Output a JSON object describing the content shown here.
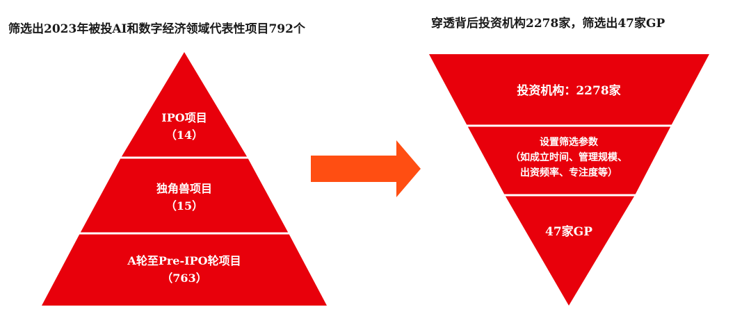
{
  "headings": {
    "left": "筛选出2023年被投AI和数字经济领域代表性项目792个",
    "right": "穿透背后投资机构2278家，筛选出47家GP"
  },
  "pyramid": {
    "tiers": [
      {
        "line1": "IPO项目",
        "line2": "（14）"
      },
      {
        "line1": "独角兽项目",
        "line2": "（15）"
      },
      {
        "line1": "A轮至Pre-IPO轮项目",
        "line2": "（763）"
      }
    ]
  },
  "funnel": {
    "tiers": [
      {
        "lines": [
          "投资机构：2278家"
        ]
      },
      {
        "lines": [
          "设置筛选参数",
          "（如成立时间、管理规模、",
          "出资频率、专注度等）"
        ]
      },
      {
        "lines": [
          "47家GP"
        ]
      }
    ]
  },
  "colors": {
    "segment_fill": "#e8000b",
    "divider": "#ffffff",
    "arrow": "#ff4e12",
    "heading_text": "#1a1a1a"
  }
}
